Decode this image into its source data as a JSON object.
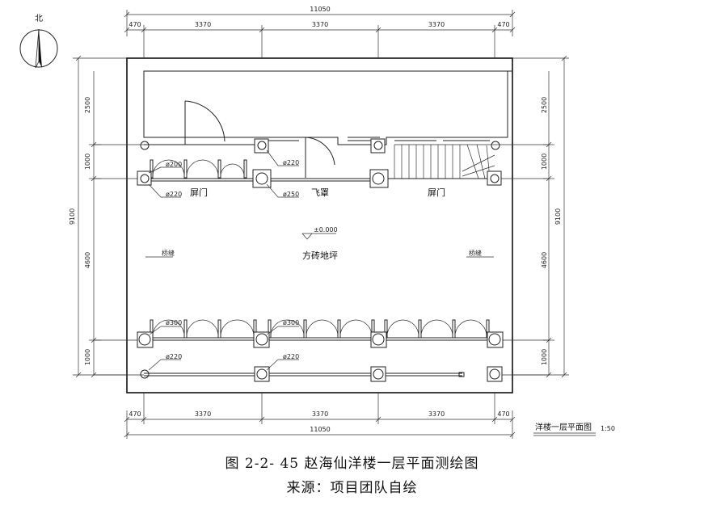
{
  "north": {
    "label": "北"
  },
  "dims_top": {
    "total": "11050",
    "bays": [
      "470",
      "3370",
      "3370",
      "3370",
      "470"
    ]
  },
  "dims_bottom": {
    "total": "11050",
    "bays": [
      "470",
      "3370",
      "3370",
      "3370",
      "470"
    ]
  },
  "dims_left": {
    "total": "9100",
    "parts": [
      "2500",
      "1000",
      "4600",
      "1000"
    ]
  },
  "dims_right": {
    "total": "9100",
    "parts": [
      "2500",
      "1000",
      "4600",
      "1000"
    ]
  },
  "column_labels": {
    "d200": "ø200",
    "d220_a": "ø220",
    "d220_b": "ø220",
    "d250": "ø250",
    "d300_a": "ø300",
    "d300_b": "ø300",
    "d220_c": "ø220",
    "d220_d": "ø220"
  },
  "rooms": {
    "screen_left": "屏门",
    "screen_right": "屏门",
    "feizhao": "飞罩",
    "floor": "方砖地坪",
    "elevation": "±0.000"
  },
  "tiny_notes": {
    "left": "桥缝",
    "right": "桥缝"
  },
  "plan_title": {
    "name": "洋楼一层平面图",
    "scale": "1:50"
  },
  "caption": {
    "line1": "图 2-2- 45 赵海仙洋楼一层平面测绘图",
    "line2": "来源：项目团队自绘"
  }
}
